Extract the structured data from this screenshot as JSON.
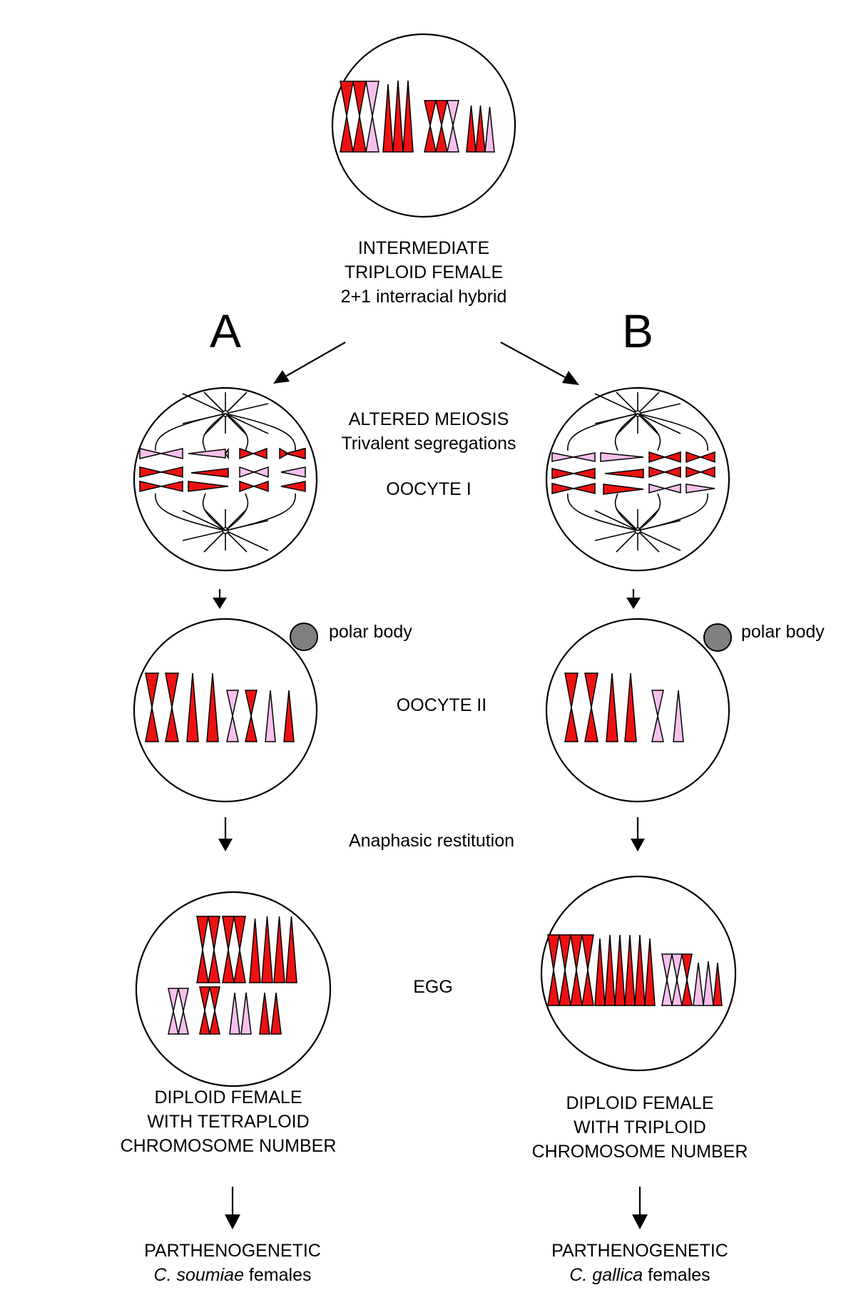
{
  "colors": {
    "red": "#ee1111",
    "pink": "#f7c0ec",
    "polar_body": "#808080",
    "outline": "#000000"
  },
  "top": {
    "title_line1": "INTERMEDIATE",
    "title_line2": "TRIPLOID FEMALE",
    "title_line3": "2+1 interracial hybrid"
  },
  "branches": {
    "a_label": "A",
    "b_label": "B"
  },
  "stages": {
    "meiosis_line1": "ALTERED MEIOSIS",
    "meiosis_line2": "Trivalent segregations",
    "oocyte1": "OOCYTE I",
    "polar_body": "polar body",
    "oocyte2": "OOCYTE II",
    "restitution": "Anaphasic restitution",
    "egg": "EGG"
  },
  "results": {
    "a_line1": "DIPLOID FEMALE",
    "a_line2": "WITH TETRAPLOID",
    "a_line3": "CHROMOSOME NUMBER",
    "b_line1": "DIPLOID FEMALE",
    "b_line2": "WITH TRIPLOID",
    "b_line3": "CHROMOSOME NUMBER"
  },
  "outcomes": {
    "a_line1": "PARTHENOGENETIC",
    "a_genus": "C. soumiae",
    "a_suffix": " females",
    "b_line1": "PARTHENOGENETIC",
    "b_genus": "C. gallica",
    "b_suffix": " females"
  }
}
